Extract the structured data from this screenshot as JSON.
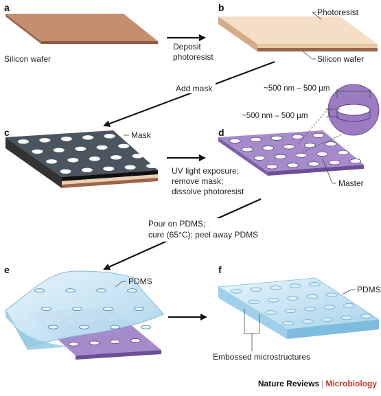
{
  "panels": {
    "a": {
      "letter": "a",
      "silicon_label": "Silicon wafer",
      "wafer_color": "#b77a5d"
    },
    "b": {
      "letter": "b",
      "photoresist_label": "Photoresist",
      "silicon_label": "Silicon wafer",
      "photoresist_color": "#f2dcc3"
    },
    "c": {
      "letter": "c",
      "mask_label": "Mask",
      "mask_color": "#4a5560"
    },
    "d": {
      "letter": "d",
      "master_label": "Master",
      "dim_top": "~500 nm – 500 µm",
      "dim_side": "~500 nm – 500 µm",
      "master_color": "#9b7cc0"
    },
    "e": {
      "letter": "e",
      "pdms_label": "PDMS",
      "pdms_color": "#c9e6f4"
    },
    "f": {
      "letter": "f",
      "pdms_label": "PDMS",
      "embossed_label": "Embossed microstructures"
    }
  },
  "steps": {
    "deposit": [
      "Deposit",
      "photoresist"
    ],
    "add_mask": "Add mask",
    "uv": [
      "UV light exposure;",
      "remove mask;",
      "dissolve photoresist"
    ],
    "pour": [
      "Pour on PDMS;",
      "cure (65°C); peel away PDMS"
    ]
  },
  "footer": {
    "journal": "Nature Reviews",
    "subject": "Microbiology"
  }
}
